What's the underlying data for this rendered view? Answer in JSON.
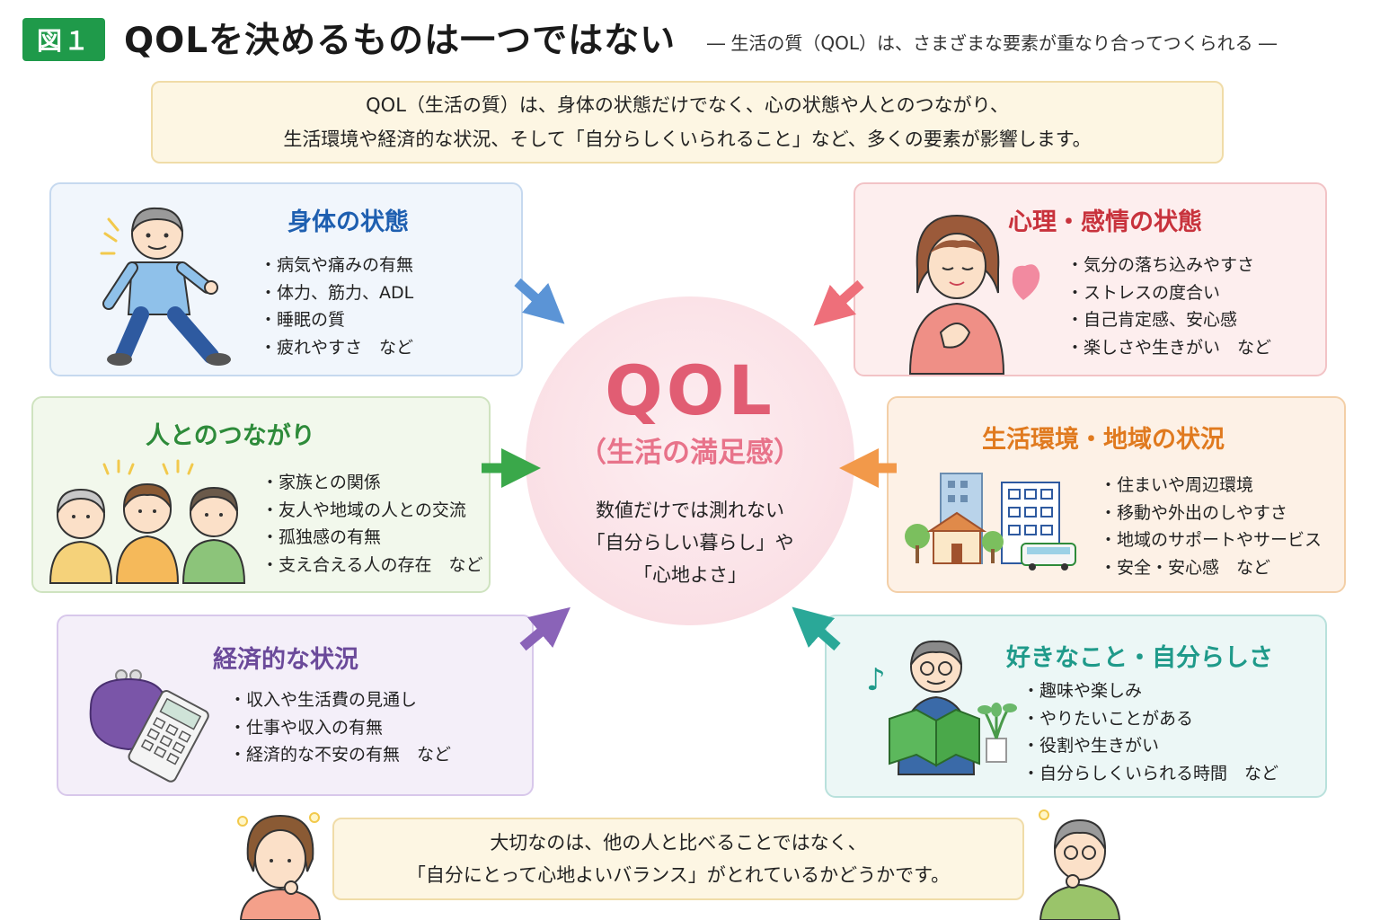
{
  "header": {
    "badge": "図１",
    "title": "QOLを決めるものは一つではない",
    "subtitle": "― 生活の質（QOL）は、さまざまな要素が重なり合ってつくられる ―"
  },
  "intro": {
    "line1": "QOL（生活の質）は、身体の状態だけでなく、心の状態や人とのつながり、",
    "line2": "生活環境や経済的な状況、そして「自分らしくいられること」など、多くの要素が影響します。"
  },
  "center": {
    "title": "QOL",
    "subtitle": "（生活の満足感）",
    "note": [
      "数値だけでは測れない",
      "「自分らしい暮らし」や",
      "「心地よさ」"
    ]
  },
  "cards": {
    "body": {
      "title": "身体の状態",
      "items": [
        "病気や痛みの有無",
        "体力、筋力、ADL",
        "睡眠の質",
        "疲れやすさ　など"
      ],
      "color": "#1e5fb0"
    },
    "mind": {
      "title": "心理・感情の状態",
      "items": [
        "気分の落ち込みやすさ",
        "ストレスの度合い",
        "自己肯定感、安心感",
        "楽しさや生きがい　など"
      ],
      "color": "#c8323c"
    },
    "social": {
      "title": "人とのつながり",
      "items": [
        "家族との関係",
        "友人や地域の人との交流",
        "孤独感の有無",
        "支え合える人の存在　など"
      ],
      "color": "#2e8b3a"
    },
    "env": {
      "title": "生活環境・地域の状況",
      "items": [
        "住まいや周辺環境",
        "移動や外出のしやすさ",
        "地域のサポートやサービス",
        "安全・安心感　など"
      ],
      "color": "#e07a1f"
    },
    "econ": {
      "title": "経済的な状況",
      "items": [
        "収入や生活費の見通し",
        "仕事や収入の有無",
        "経済的な不安の有無　など"
      ],
      "color": "#6b4a9a"
    },
    "self": {
      "title": "好きなこと・自分らしさ",
      "items": [
        "趣味や楽しみ",
        "やりたいことがある",
        "役割や生きがい",
        "自分らしくいられる時間　など"
      ],
      "color": "#1f9a8a"
    }
  },
  "bottom": {
    "line1": "大切なのは、他の人と比べることではなく、",
    "line2": "「自分にとって心地よいバランス」がとれているかどうかです。"
  }
}
